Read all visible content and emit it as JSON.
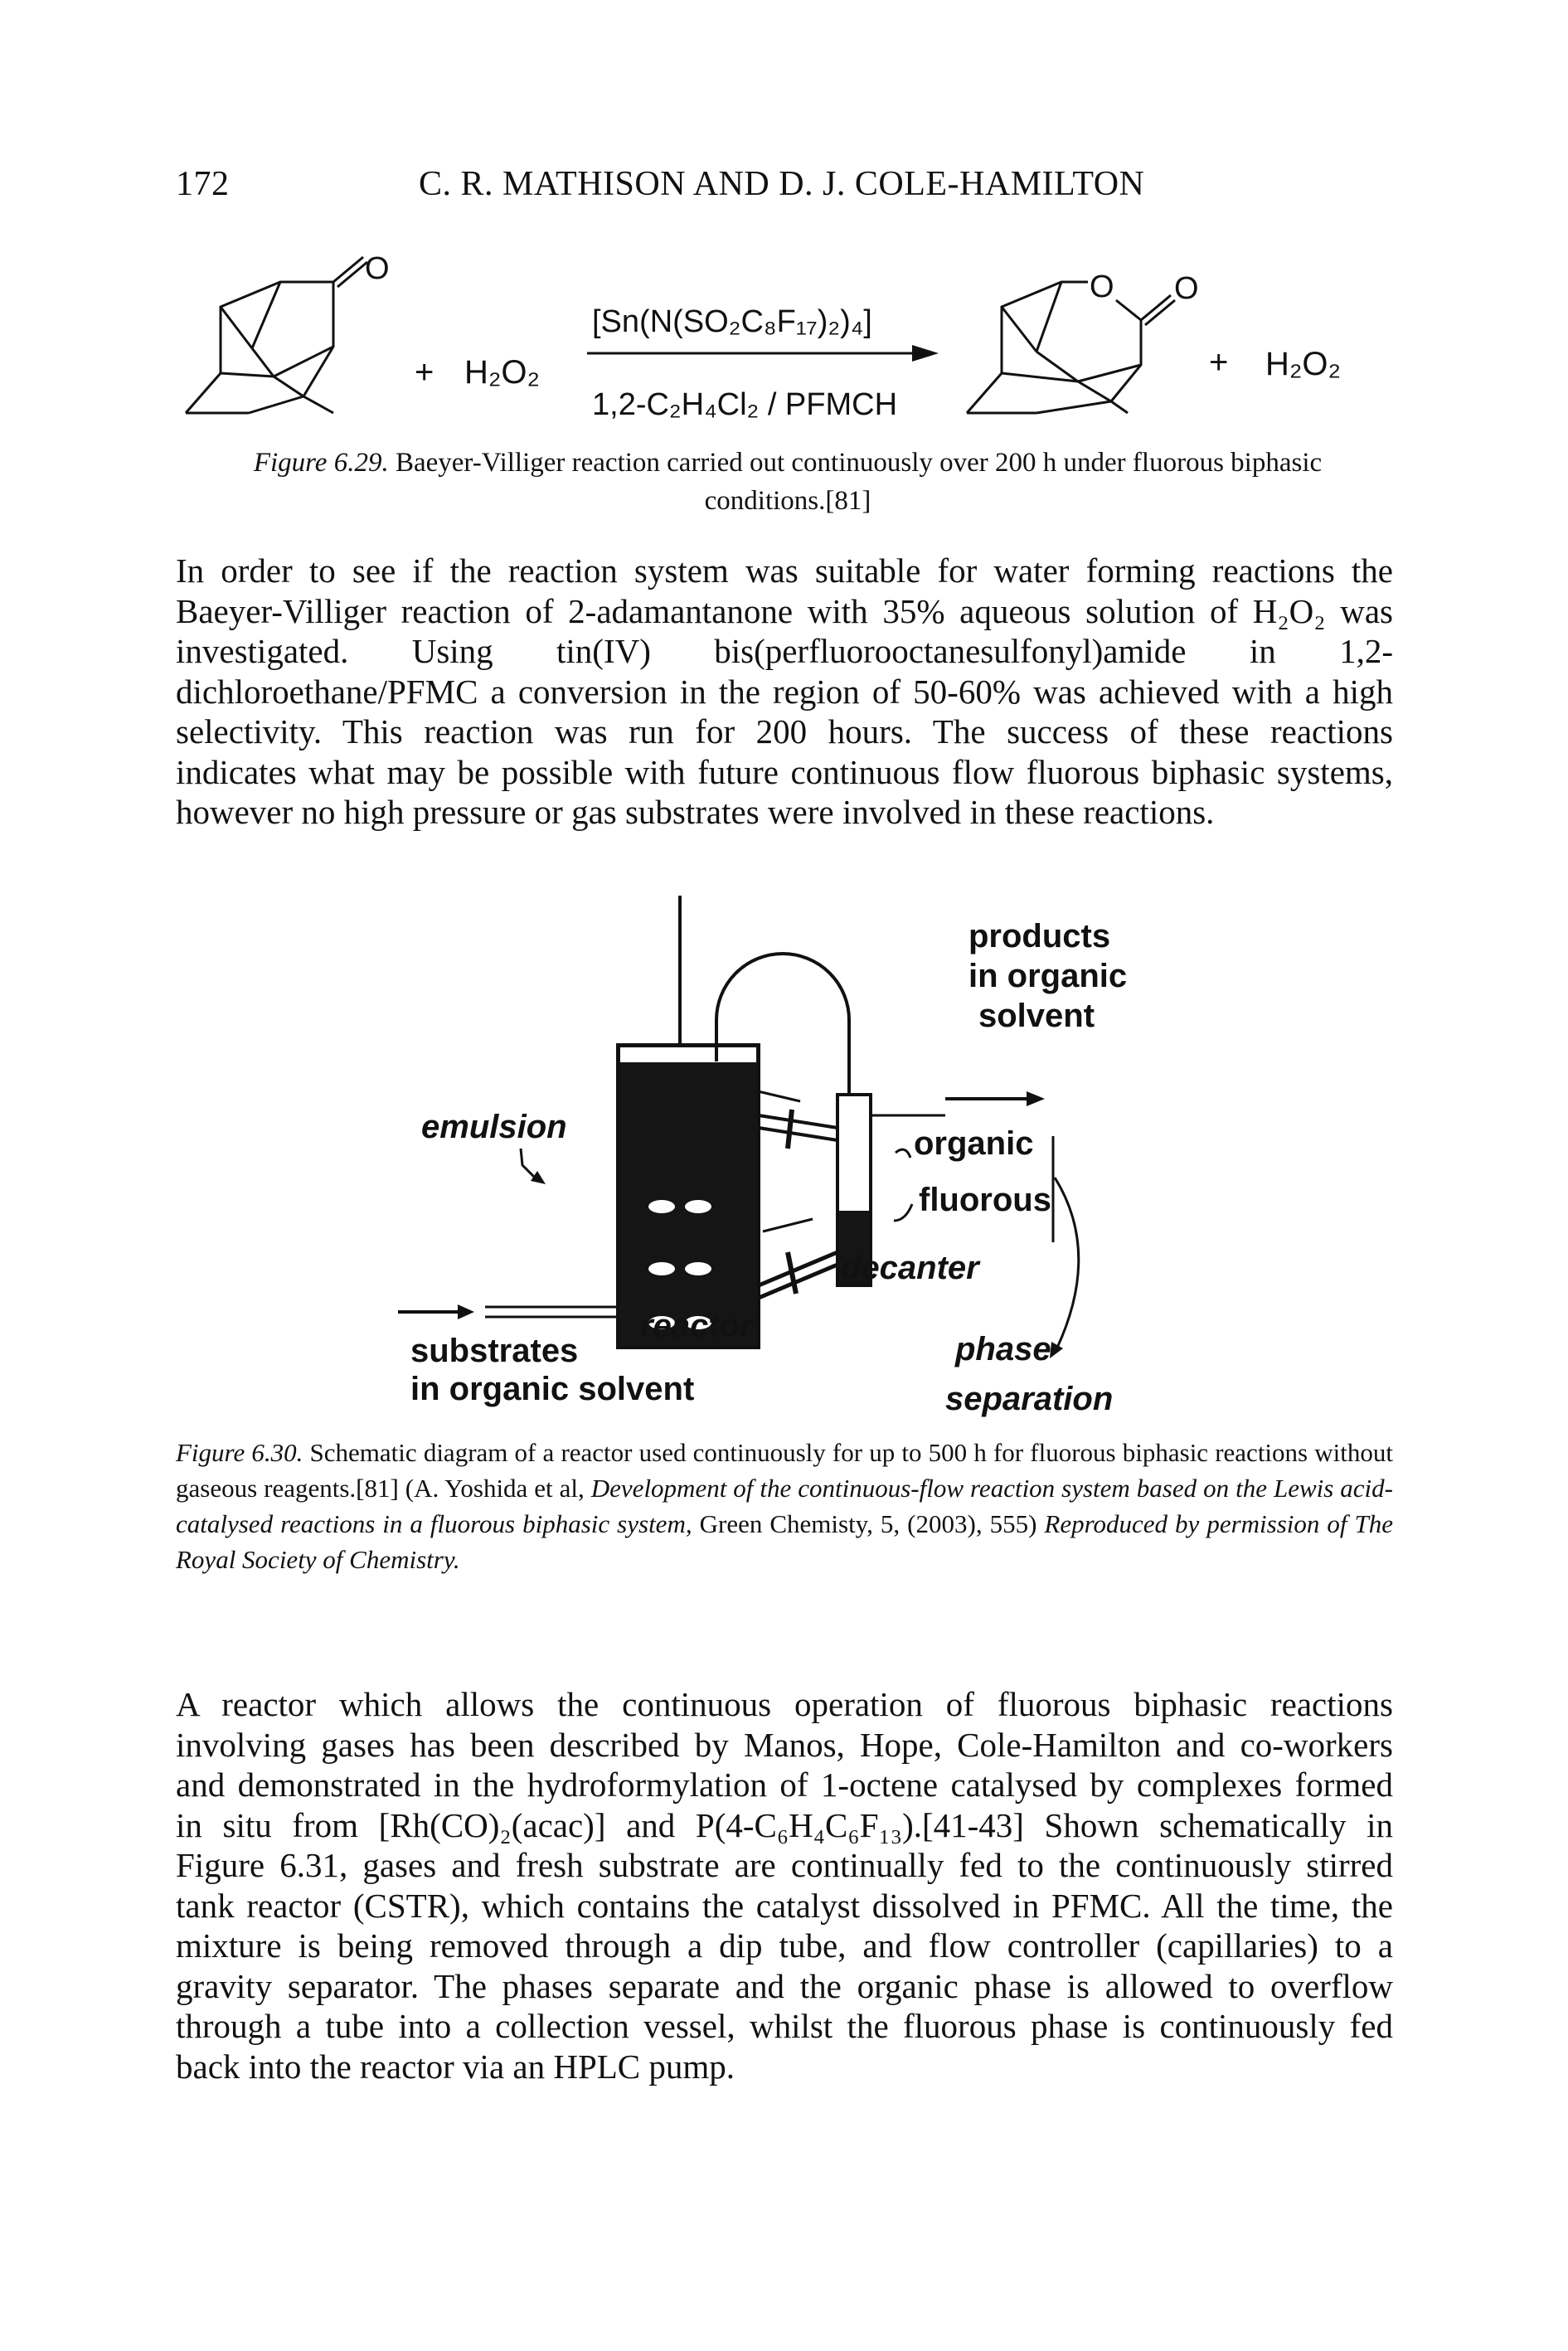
{
  "header": {
    "page_number": "172",
    "authors": "C. R. MATHISON AND D. J. COLE-HAMILTON"
  },
  "reaction_scheme": {
    "ketone_oxygen": "O",
    "reagent_plus": "+",
    "reagent": "H₂O₂",
    "catalyst": "[Sn(N(SO₂C₈F₁₇)₂)₄]",
    "solvent": "1,2-C₂H₄Cl₂ / PFMCH",
    "lactone_ring_oxygen": "O",
    "lactone_carbonyl_oxygen": "O",
    "product_plus": "+",
    "product_side": "H₂O₂"
  },
  "figure_6_29": {
    "label": "Figure 6.29.",
    "caption": "Baeyer-Villiger reaction carried out continuously over 200 h under fluorous biphasic conditions.[81]"
  },
  "paragraph_1": {
    "lines": [
      "In order to see if the reaction system was suitable for water forming reactions the",
      "Baeyer-Villiger reaction of 2-adamantanone with 35% aqueous solution of H₂O₂ was",
      "investigated. Using tin(IV) bis(perfluorooctanesulfonyl)amide in 1,2-",
      "dichloroethane/PFMC a conversion in the region of 50-60% was achieved with a high",
      "selectivity. This reaction was run for 200 hours. The success of these reactions",
      "indicates what may be possible with future continuous flow fluorous biphasic systems,",
      "however no high pressure or gas substrates were involved in these reactions."
    ]
  },
  "figure_6_30_diagram": {
    "products_label": "products",
    "in_organic_label": "in organic",
    "solvent_label": "solvent",
    "emulsion_label": "emulsion",
    "organic_label": "organic",
    "fluorous_label": "fluorous",
    "decanter_label": "decanter",
    "substrates_label": "substrates",
    "reactor_label": "reactor",
    "in_organic_solvent_label": "in organic solvent",
    "phase_label": "phase",
    "separation_label": "separation"
  },
  "figure_6_30": {
    "label": "Figure 6.30.",
    "caption_main": "Schematic diagram of a reactor used continuously for up to 500 h for fluorous biphasic reactions without gaseous reagents.[81] (A. Yoshida et al,",
    "article_title": "Development of the continuous-flow reaction system based on the Lewis acid-catalysed reactions in a fluorous biphasic system,",
    "citation": "Green Chemisty, 5, (2003), 555)",
    "permission": "Reproduced by permission of The Royal Society of Chemistry."
  },
  "paragraph_2": {
    "lines": [
      "A reactor which allows the continuous operation of fluorous biphasic reactions",
      "involving gases has been described by Manos, Hope, Cole-Hamilton and co-workers",
      "and demonstrated in the hydroformylation of 1-octene catalysed by complexes formed",
      "in situ from [Rh(CO)₂(acac)] and P(4-C₆H₄C₆F₁₃).[41-43] Shown schematically in",
      "Figure 6.31, gases and fresh substrate are continually fed to the continuously stirred",
      "tank reactor (CSTR), which contains the catalyst dissolved in PFMC. All the time, the",
      "mixture is being removed through a dip tube, and flow controller (capillaries) to a",
      "gravity separator. The phases separate and the organic phase is allowed to overflow",
      "through a tube into a collection vessel, whilst the fluorous phase is continuously fed",
      "back into the reactor via an HPLC pump."
    ]
  },
  "colors": {
    "ink": "#111111",
    "paper": "#ffffff",
    "fluorous_dark": "#1a1a1a"
  }
}
